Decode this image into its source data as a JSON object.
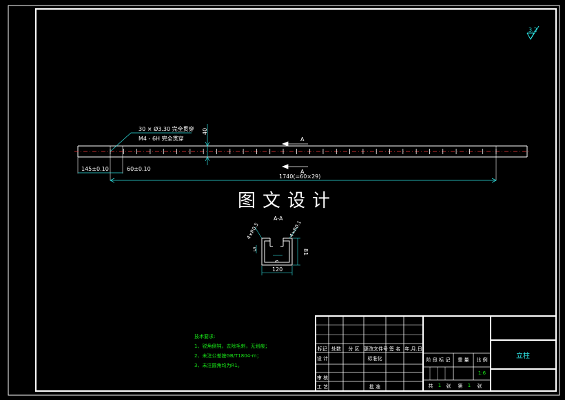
{
  "colors": {
    "background": "#000000",
    "frame": "#ffffff",
    "dimension": "#2ee6e6",
    "notes": "#19e819",
    "accent": "#ff3b3b"
  },
  "roughness": {
    "value": "3.2"
  },
  "hole_note": {
    "line1": "30 × Ø3.30  完全贯穿",
    "line2": "M4 - 6H  完全贯穿"
  },
  "dimensions": {
    "height_40": "40",
    "offset_145": "145±0.10",
    "pitch_60": "60±0.10",
    "total_length": "1740(=60×29)",
    "section_width": "120",
    "section_height": "81",
    "flange_5": "5",
    "wall_5": "5",
    "radius_left": "4×R0.5",
    "radius_right": "4×R0.1"
  },
  "section": {
    "marker": "A",
    "title": "A-A"
  },
  "watermark": "图文设计",
  "tech_notes": {
    "title": "技术要求:",
    "items": [
      "1、锐角倒钝，去除毛刺，无划痕；",
      "2、未注公差按GB/T1804-m；",
      "3、未注圆角均为R1。"
    ]
  },
  "title_block": {
    "labels": {
      "mark": "标记",
      "count": "处数",
      "zone": "分 区",
      "doc_no": "更改文件号",
      "sign": "签 名",
      "date": "年.月.日",
      "design": "设 计",
      "standardize": "标准化",
      "review": "审 核",
      "process": "工 艺",
      "approve": "批 准",
      "stage_mark": "阶 段 标 记",
      "weight": "重 量",
      "scale": "比 例",
      "total": "共",
      "sheet": "张",
      "page": "第"
    },
    "values": {
      "scale_value": "1:6",
      "total_sheets": "1",
      "sheet_no": "1",
      "part_name": "立柱"
    }
  }
}
